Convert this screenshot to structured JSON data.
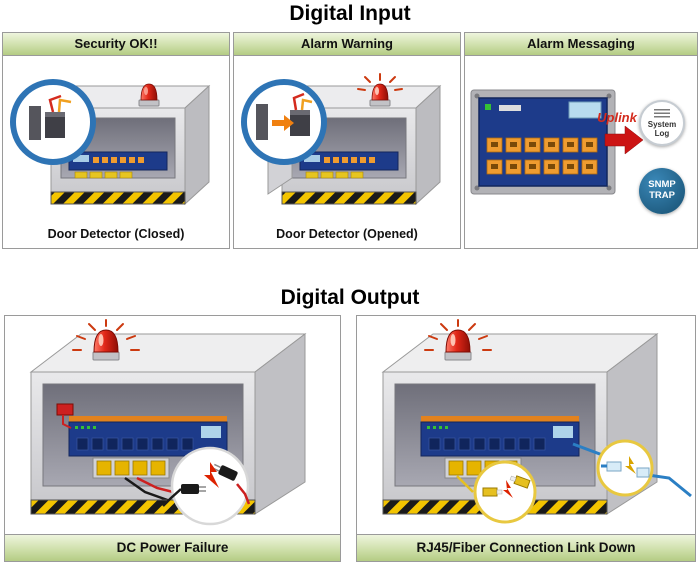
{
  "page": {
    "digital_input_title": "Digital Input",
    "digital_output_title": "Digital Output"
  },
  "digital_input": {
    "panels": [
      {
        "header": "Security OK!!",
        "caption": "Door Detector (Closed)"
      },
      {
        "header": "Alarm Warning",
        "caption": "Door Detector (Opened)"
      },
      {
        "header": "Alarm Messaging",
        "uplink_label": "Uplink",
        "system_log_badge": "System Log",
        "snmp_trap_badge": "SNMP TRAP"
      }
    ]
  },
  "digital_output": {
    "panels": [
      {
        "caption": "DC Power Failure"
      },
      {
        "caption": "RJ45/Fiber Connection Link Down"
      }
    ]
  },
  "colors": {
    "header_gradient_top": "#eef5dd",
    "header_gradient_bottom": "#b4cc84",
    "alarm_red": "#e02718",
    "uplink_red": "#d42b1e",
    "snmp_badge_blue": "#1b5e86",
    "switch_blue": "#1d3b8a",
    "port_orange": "#ef9c30",
    "hazard_yellow": "#f3c400",
    "magnifier_ring_blue": "#2e74b5"
  }
}
